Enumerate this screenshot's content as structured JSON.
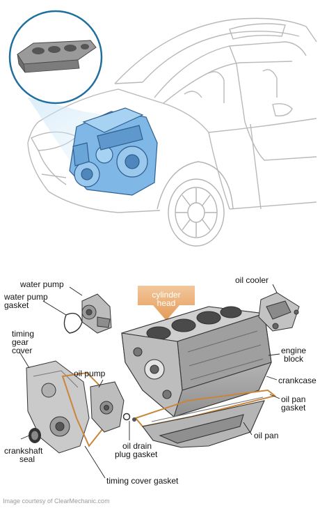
{
  "labels": {
    "water_pump": "water pump",
    "water_pump_gasket_1": "water pump",
    "water_pump_gasket_2": "gasket",
    "timing_gear_cover_1": "timing",
    "timing_gear_cover_2": "gear",
    "timing_gear_cover_3": "cover",
    "oil_pump": "oil pump",
    "crankshaft_seal_1": "crankshaft",
    "crankshaft_seal_2": "seal",
    "oil_drain_plug_gasket_1": "oil drain",
    "oil_drain_plug_gasket_2": "plug gasket",
    "timing_cover_gasket": "timing cover gasket",
    "cylinder_head_1": "cylinder",
    "cylinder_head_2": "head",
    "oil_cooler": "oil cooler",
    "engine_block_1": "engine",
    "engine_block_2": "block",
    "crankcase": "crankcase",
    "oil_pan_gasket_1": "oil pan",
    "oil_pan_gasket_2": "gasket",
    "oil_pan": "oil pan"
  },
  "credit": "Image courtesy of ClearMechanic.com",
  "colors": {
    "engine_blue": "#7fb8e6",
    "engine_dark": "#2e5f8f",
    "arrow_orange": "#e8a86a",
    "gasket_orange": "#c9853a",
    "metal_grey": "#a8a8a8",
    "circle_teal": "#1f6f9e"
  }
}
